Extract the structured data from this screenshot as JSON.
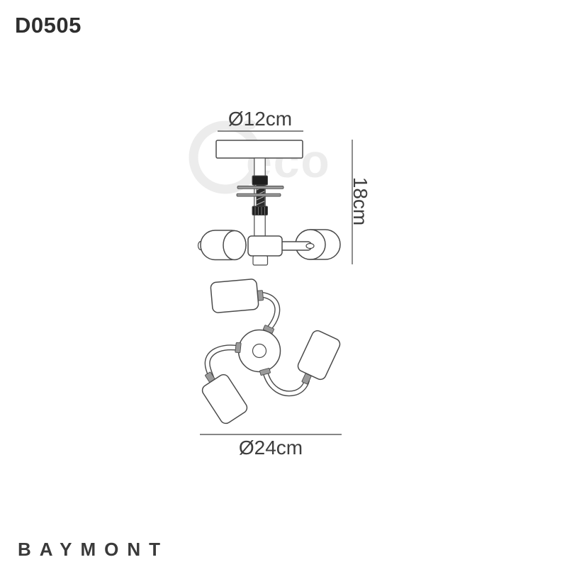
{
  "product_code": "D0505",
  "brand_logo": "BAYMONT",
  "watermark": {
    "brand": "Deco",
    "visible_text": "eco"
  },
  "dimensions": {
    "top_diameter": "Ø12cm",
    "height": "18cm",
    "bottom_diameter": "Ø24cm"
  },
  "drawing": {
    "type": "product-dimension-diagram",
    "views": [
      "side-elevation",
      "bottom-plan"
    ],
    "shade_count": 3
  },
  "colors": {
    "line": "#4a4a4a",
    "dim": "#5f5f5f",
    "text": "#3e3e3e",
    "code": "#2e2e2e",
    "brand": "#3a3a3a",
    "dark": "#1f1f1f",
    "metal": "#9a9a9a",
    "watermark": "#ececec",
    "bg": "#ffffff"
  }
}
